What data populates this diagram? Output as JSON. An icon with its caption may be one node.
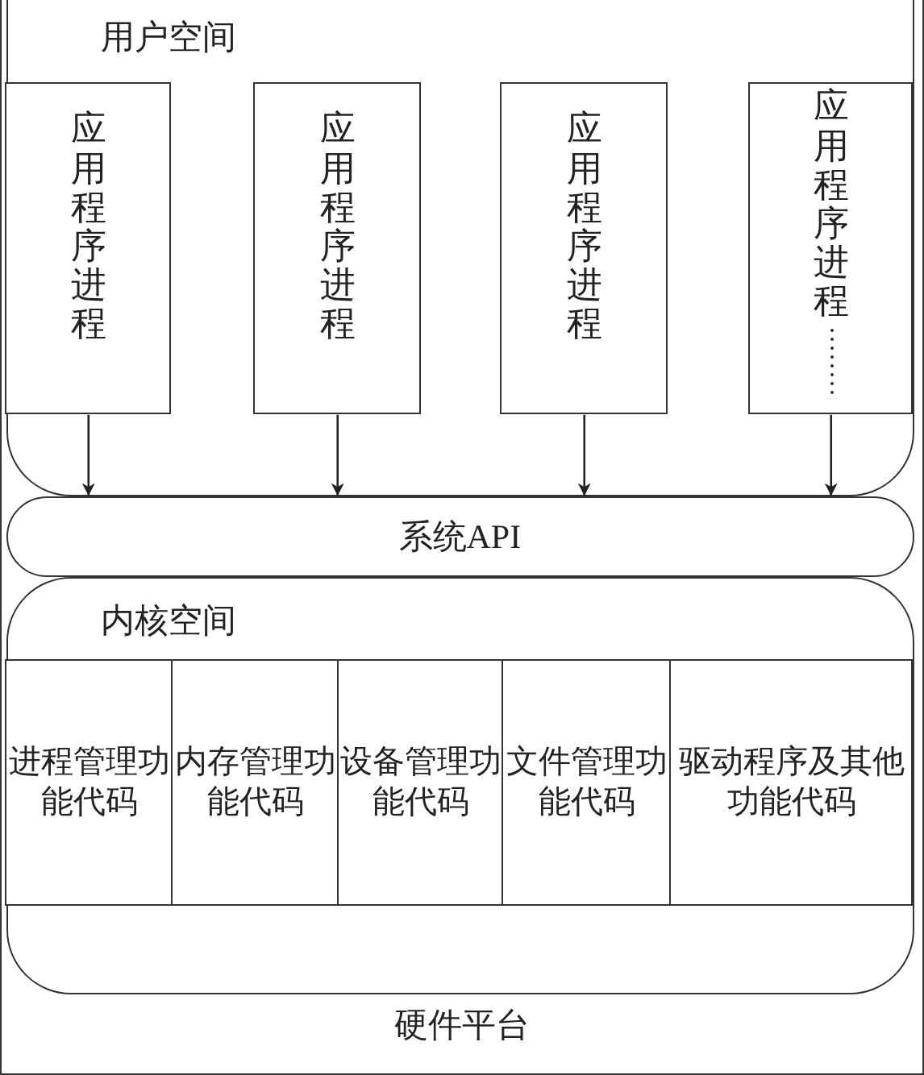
{
  "diagram": {
    "nodes": [
      {
        "text": [
          "硬件平台"
        ]
      },
      {
        "text": [
          "用户空间"
        ],
        "in": 0
      },
      {
        "text": [
          "应用程序进程"
        ],
        "in": 1
      },
      {
        "text": [
          "应用程序进程"
        ],
        "in": 1
      },
      {
        "text": [
          "应用程序进程"
        ],
        "in": 1
      },
      {
        "text": [
          "应用程序进程"
        ],
        "in": 1
      },
      {
        "text": [
          "系统API"
        ],
        "in": 0
      },
      {
        "text": [
          "内核空间"
        ],
        "in": 0
      },
      {
        "text": [
          "进程管理功能代码"
        ],
        "in": 7
      },
      {
        "text": [
          "内存管理功能代码"
        ],
        "in": 7
      },
      {
        "text": [
          "设备管理功能代码"
        ],
        "in": 7
      },
      {
        "text": [
          "文件管理功能代码"
        ],
        "in": 7
      },
      {
        "text": [
          "驱动程序及其他功能代码"
        ],
        "in": 7
      }
    ],
    "edges": [
      {
        "from": 2,
        "to": 6,
        "arrow": "to"
      },
      {
        "from": 3,
        "to": 6,
        "arrow": "to"
      },
      {
        "from": 4,
        "to": 6,
        "arrow": "to"
      },
      {
        "from": 5,
        "to": 6,
        "arrow": "to"
      }
    ]
  }
}
